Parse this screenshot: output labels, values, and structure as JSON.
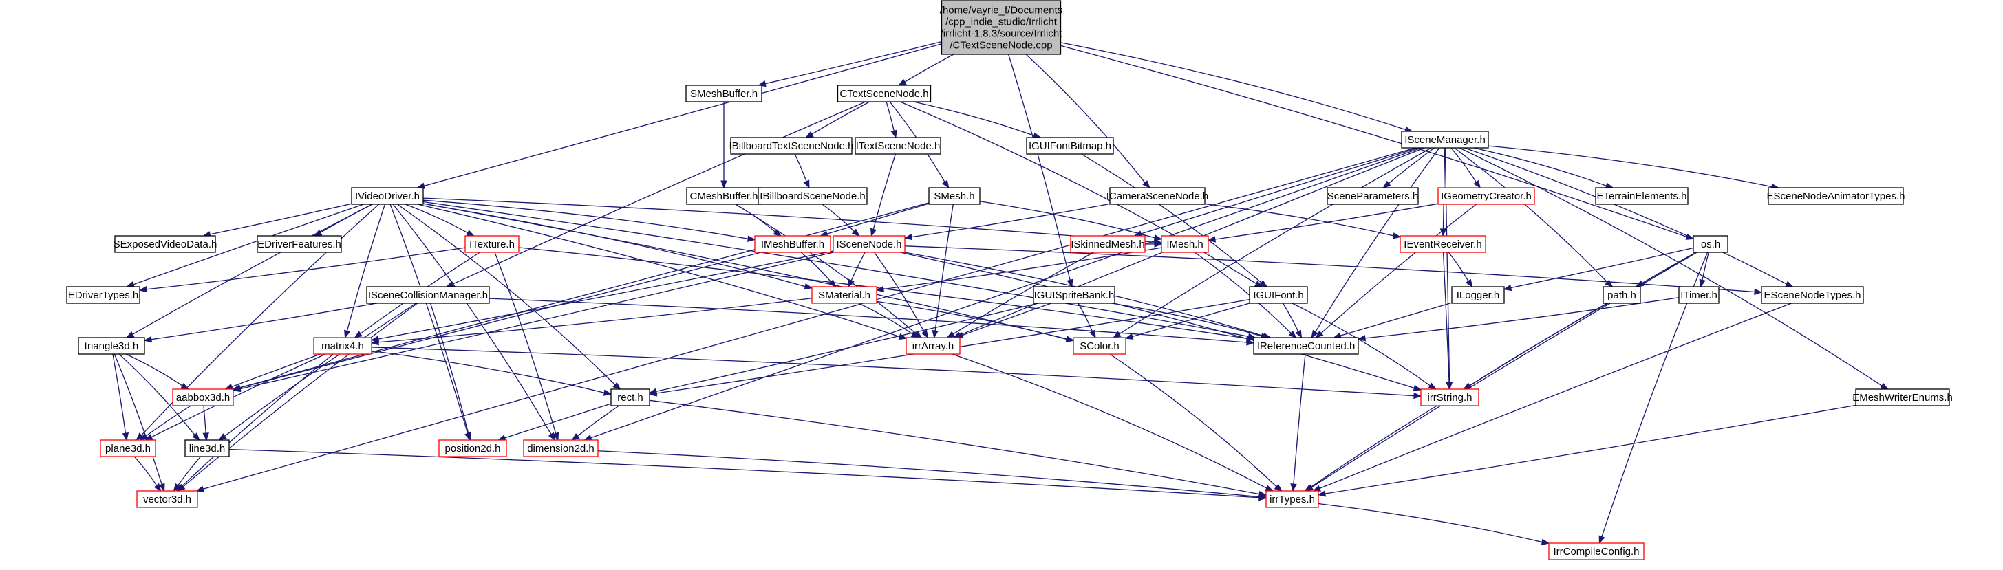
{
  "title": "",
  "colors": {
    "edge": "#191970",
    "root_fill": "#bfbfbf",
    "node_border": "#000000",
    "truncated_border": "#ff0000",
    "background": "#ffffff"
  },
  "nodes": [
    {
      "id": "root",
      "label": "/home/vayrie_f/Documents\n/cpp_indie_studio/Irrlicht\n/irrlicht-1.8.3/source/Irrlicht\n/CTextSceneNode.cpp",
      "style": "root"
    },
    {
      "id": "SMeshBuffer",
      "label": "SMeshBuffer.h",
      "style": "normal"
    },
    {
      "id": "CTextSceneNode",
      "label": "CTextSceneNode.h",
      "style": "normal"
    },
    {
      "id": "ISceneManager",
      "label": "ISceneManager.h",
      "style": "normal"
    },
    {
      "id": "IBillboardTextSceneNode",
      "label": "IBillboardTextSceneNode.h",
      "style": "normal"
    },
    {
      "id": "ITextSceneNode",
      "label": "ITextSceneNode.h",
      "style": "normal"
    },
    {
      "id": "IGUIFontBitmap",
      "label": "IGUIFontBitmap.h",
      "style": "normal"
    },
    {
      "id": "IVideoDriver",
      "label": "IVideoDriver.h",
      "style": "normal"
    },
    {
      "id": "CMeshBuffer",
      "label": "CMeshBuffer.h",
      "style": "normal"
    },
    {
      "id": "IBillboardSceneNode",
      "label": "IBillboardSceneNode.h",
      "style": "normal"
    },
    {
      "id": "SMesh",
      "label": "SMesh.h",
      "style": "normal"
    },
    {
      "id": "ICameraSceneNode",
      "label": "ICameraSceneNode.h",
      "style": "normal"
    },
    {
      "id": "SceneParameters",
      "label": "SceneParameters.h",
      "style": "normal"
    },
    {
      "id": "IGeometryCreator",
      "label": "IGeometryCreator.h",
      "style": "trunc"
    },
    {
      "id": "ETerrainElements",
      "label": "ETerrainElements.h",
      "style": "normal"
    },
    {
      "id": "ESceneNodeAnimatorTypes",
      "label": "ESceneNodeAnimatorTypes.h",
      "style": "normal"
    },
    {
      "id": "SExposedVideoData",
      "label": "SExposedVideoData.h",
      "style": "normal"
    },
    {
      "id": "EDriverFeatures",
      "label": "EDriverFeatures.h",
      "style": "normal"
    },
    {
      "id": "ITexture",
      "label": "ITexture.h",
      "style": "trunc"
    },
    {
      "id": "IMeshBuffer",
      "label": "IMeshBuffer.h",
      "style": "trunc"
    },
    {
      "id": "ISceneNode",
      "label": "ISceneNode.h",
      "style": "trunc"
    },
    {
      "id": "ISkinnedMesh",
      "label": "ISkinnedMesh.h",
      "style": "trunc"
    },
    {
      "id": "IMesh",
      "label": "IMesh.h",
      "style": "trunc"
    },
    {
      "id": "IEventReceiver",
      "label": "IEventReceiver.h",
      "style": "trunc"
    },
    {
      "id": "os",
      "label": "os.h",
      "style": "normal"
    },
    {
      "id": "EDriverTypes",
      "label": "EDriverTypes.h",
      "style": "normal"
    },
    {
      "id": "ISceneCollisionManager",
      "label": "ISceneCollisionManager.h",
      "style": "normal"
    },
    {
      "id": "SMaterial",
      "label": "SMaterial.h",
      "style": "trunc"
    },
    {
      "id": "IGUISpriteBank",
      "label": "IGUISpriteBank.h",
      "style": "normal"
    },
    {
      "id": "IGUIFont",
      "label": "IGUIFont.h",
      "style": "normal"
    },
    {
      "id": "ILogger",
      "label": "ILogger.h",
      "style": "normal"
    },
    {
      "id": "path",
      "label": "path.h",
      "style": "normal"
    },
    {
      "id": "ITimer",
      "label": "ITimer.h",
      "style": "normal"
    },
    {
      "id": "ESceneNodeTypes",
      "label": "ESceneNodeTypes.h",
      "style": "normal"
    },
    {
      "id": "triangle3d",
      "label": "triangle3d.h",
      "style": "normal"
    },
    {
      "id": "matrix4",
      "label": "matrix4.h",
      "style": "trunc"
    },
    {
      "id": "irrArray",
      "label": "irrArray.h",
      "style": "trunc"
    },
    {
      "id": "SColor",
      "label": "SColor.h",
      "style": "trunc"
    },
    {
      "id": "IReferenceCounted",
      "label": "IReferenceCounted.h",
      "style": "normal"
    },
    {
      "id": "aabbox3d",
      "label": "aabbox3d.h",
      "style": "trunc"
    },
    {
      "id": "rect",
      "label": "rect.h",
      "style": "normal"
    },
    {
      "id": "irrString",
      "label": "irrString.h",
      "style": "trunc"
    },
    {
      "id": "EMeshWriterEnums",
      "label": "EMeshWriterEnums.h",
      "style": "normal"
    },
    {
      "id": "plane3d",
      "label": "plane3d.h",
      "style": "trunc"
    },
    {
      "id": "line3d",
      "label": "line3d.h",
      "style": "normal"
    },
    {
      "id": "position2d",
      "label": "position2d.h",
      "style": "trunc"
    },
    {
      "id": "dimension2d",
      "label": "dimension2d.h",
      "style": "trunc"
    },
    {
      "id": "vector3d",
      "label": "vector3d.h",
      "style": "trunc"
    },
    {
      "id": "irrTypes",
      "label": "irrTypes.h",
      "style": "trunc"
    },
    {
      "id": "IrrCompileConfig",
      "label": "IrrCompileConfig.h",
      "style": "trunc"
    }
  ],
  "edges": [
    [
      "root",
      "IVideoDriver"
    ],
    [
      "root",
      "SMeshBuffer"
    ],
    [
      "root",
      "CTextSceneNode"
    ],
    [
      "root",
      "ISceneManager"
    ],
    [
      "root",
      "IGUISpriteBank"
    ],
    [
      "root",
      "ICameraSceneNode"
    ],
    [
      "root",
      "os"
    ],
    [
      "SMeshBuffer",
      "CMeshBuffer"
    ],
    [
      "CTextSceneNode",
      "IBillboardTextSceneNode"
    ],
    [
      "CTextSceneNode",
      "ITextSceneNode"
    ],
    [
      "CTextSceneNode",
      "IGUIFontBitmap"
    ],
    [
      "CTextSceneNode",
      "SMesh"
    ],
    [
      "CTextSceneNode",
      "ISceneCollisionManager"
    ],
    [
      "CTextSceneNode",
      "IGUIFont"
    ],
    [
      "IBillboardTextSceneNode",
      "IBillboardSceneNode"
    ],
    [
      "ITextSceneNode",
      "ISceneNode"
    ],
    [
      "IBillboardSceneNode",
      "ISceneNode"
    ],
    [
      "IGUIFontBitmap",
      "IGUIFont"
    ],
    [
      "ISceneManager",
      "SceneParameters"
    ],
    [
      "ISceneManager",
      "IGeometryCreator"
    ],
    [
      "ISceneManager",
      "ETerrainElements"
    ],
    [
      "ISceneManager",
      "ESceneNodeAnimatorTypes"
    ],
    [
      "ISceneManager",
      "ESceneNodeTypes"
    ],
    [
      "ISceneManager",
      "EMeshWriterEnums"
    ],
    [
      "ISceneManager",
      "IEventReceiver"
    ],
    [
      "ISceneManager",
      "ISkinnedMesh"
    ],
    [
      "ISceneManager",
      "path"
    ],
    [
      "ISceneManager",
      "irrString"
    ],
    [
      "ISceneManager",
      "IReferenceCounted"
    ],
    [
      "ISceneManager",
      "SColor"
    ],
    [
      "ISceneManager",
      "irrArray"
    ],
    [
      "ISceneManager",
      "dimension2d"
    ],
    [
      "ISceneManager",
      "vector3d"
    ],
    [
      "ICameraSceneNode",
      "ISceneNode"
    ],
    [
      "ICameraSceneNode",
      "IEventReceiver"
    ],
    [
      "IVideoDriver",
      "SExposedVideoData"
    ],
    [
      "IVideoDriver",
      "EDriverFeatures"
    ],
    [
      "IVideoDriver",
      "ITexture"
    ],
    [
      "IVideoDriver",
      "IMeshBuffer"
    ],
    [
      "IVideoDriver",
      "EDriverTypes"
    ],
    [
      "IVideoDriver",
      "triangle3d"
    ],
    [
      "IVideoDriver",
      "matrix4"
    ],
    [
      "IVideoDriver",
      "SMaterial"
    ],
    [
      "IVideoDriver",
      "irrArray"
    ],
    [
      "IVideoDriver",
      "rect"
    ],
    [
      "IVideoDriver",
      "dimension2d"
    ],
    [
      "IVideoDriver",
      "position2d"
    ],
    [
      "IVideoDriver",
      "plane3d"
    ],
    [
      "IVideoDriver",
      "SColor"
    ],
    [
      "IVideoDriver",
      "IReferenceCounted"
    ],
    [
      "IVideoDriver",
      "IMesh"
    ],
    [
      "CMeshBuffer",
      "IMeshBuffer"
    ],
    [
      "CMeshBuffer",
      "irrArray"
    ],
    [
      "SMesh",
      "IMeshBuffer"
    ],
    [
      "SMesh",
      "IMesh"
    ],
    [
      "SMesh",
      "aabbox3d"
    ],
    [
      "SMesh",
      "irrArray"
    ],
    [
      "IGeometryCreator",
      "IMesh"
    ],
    [
      "IGeometryCreator",
      "IReferenceCounted"
    ],
    [
      "ITexture",
      "EDriverTypes"
    ],
    [
      "ITexture",
      "IReferenceCounted"
    ],
    [
      "ITexture",
      "dimension2d"
    ],
    [
      "ITexture",
      "matrix4"
    ],
    [
      "IMeshBuffer",
      "SMaterial"
    ],
    [
      "IMeshBuffer",
      "aabbox3d"
    ],
    [
      "ISceneNode",
      "SMaterial"
    ],
    [
      "ISceneNode",
      "matrix4"
    ],
    [
      "ISceneNode",
      "ESceneNodeTypes"
    ],
    [
      "ISceneNode",
      "irrString"
    ],
    [
      "ISceneNode",
      "IReferenceCounted"
    ],
    [
      "ISceneNode",
      "irrArray"
    ],
    [
      "ISceneNode",
      "aabbox3d"
    ],
    [
      "ISkinnedMesh",
      "irrArray"
    ],
    [
      "ISkinnedMesh",
      "IMesh"
    ],
    [
      "IMesh",
      "SMaterial"
    ],
    [
      "IMesh",
      "IReferenceCounted"
    ],
    [
      "IEventReceiver",
      "ILogger"
    ],
    [
      "IEventReceiver",
      "irrString"
    ],
    [
      "os",
      "ILogger"
    ],
    [
      "os",
      "path"
    ],
    [
      "os",
      "ITimer"
    ],
    [
      "os",
      "irrTypes"
    ],
    [
      "os",
      "irrString"
    ],
    [
      "os",
      "IrrCompileConfig"
    ],
    [
      "ISceneCollisionManager",
      "triangle3d"
    ],
    [
      "ISceneCollisionManager",
      "position2d"
    ],
    [
      "ISceneCollisionManager",
      "line3d"
    ],
    [
      "ISceneCollisionManager",
      "vector3d"
    ],
    [
      "ISceneCollisionManager",
      "IReferenceCounted"
    ],
    [
      "SMaterial",
      "matrix4"
    ],
    [
      "SMaterial",
      "irrArray"
    ],
    [
      "SMaterial",
      "SColor"
    ],
    [
      "IGUISpriteBank",
      "irrArray"
    ],
    [
      "IGUISpriteBank",
      "SColor"
    ],
    [
      "IGUISpriteBank",
      "rect"
    ],
    [
      "IGUISpriteBank",
      "IReferenceCounted"
    ],
    [
      "IGUIFont",
      "SColor"
    ],
    [
      "IGUIFont",
      "rect"
    ],
    [
      "IGUIFont",
      "irrString"
    ],
    [
      "IGUIFont",
      "IReferenceCounted"
    ],
    [
      "ILogger",
      "IReferenceCounted"
    ],
    [
      "path",
      "irrString"
    ],
    [
      "ITimer",
      "IReferenceCounted"
    ],
    [
      "ESceneNodeTypes",
      "irrTypes"
    ],
    [
      "triangle3d",
      "line3d"
    ],
    [
      "triangle3d",
      "plane3d"
    ],
    [
      "triangle3d",
      "aabbox3d"
    ],
    [
      "triangle3d",
      "vector3d"
    ],
    [
      "matrix4",
      "aabbox3d"
    ],
    [
      "matrix4",
      "rect"
    ],
    [
      "matrix4",
      "plane3d"
    ],
    [
      "matrix4",
      "vector3d"
    ],
    [
      "matrix4",
      "irrString"
    ],
    [
      "irrArray",
      "irrTypes"
    ],
    [
      "SColor",
      "irrTypes"
    ],
    [
      "IReferenceCounted",
      "irrTypes"
    ],
    [
      "aabbox3d",
      "plane3d"
    ],
    [
      "aabbox3d",
      "line3d"
    ],
    [
      "rect",
      "position2d"
    ],
    [
      "rect",
      "dimension2d"
    ],
    [
      "rect",
      "irrTypes"
    ],
    [
      "irrString",
      "irrTypes"
    ],
    [
      "EMeshWriterEnums",
      "irrTypes"
    ],
    [
      "plane3d",
      "vector3d"
    ],
    [
      "line3d",
      "vector3d"
    ],
    [
      "line3d",
      "irrTypes"
    ],
    [
      "dimension2d",
      "irrTypes"
    ],
    [
      "irrTypes",
      "IrrCompileConfig"
    ]
  ]
}
